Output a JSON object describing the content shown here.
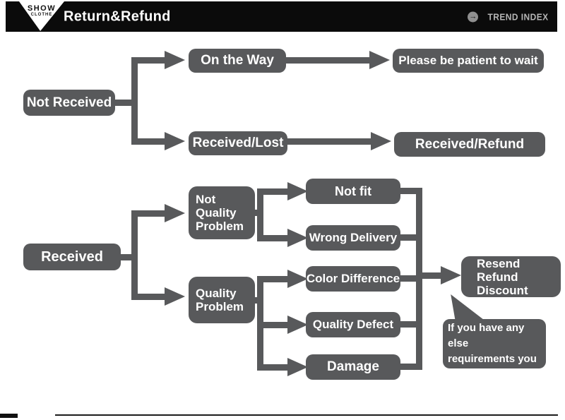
{
  "header": {
    "logo_top": "SHOW",
    "logo_bottom": "CLOTHE",
    "title": "Return&Refund",
    "brand": "TREND INDEX",
    "brand_icon": "circled-right-arrow"
  },
  "colors": {
    "node_gray": "#58595b",
    "header_black": "#0b0b0b",
    "brand_text_gray": "#b5b5b5",
    "text_white": "#ffffff"
  },
  "flow_not_received": {
    "root": "Not Received",
    "on_the_way": "On the Way",
    "on_the_way_result": "Please be patient to wait",
    "received_lost": "Received/Lost",
    "received_lost_result": "Received/Refund"
  },
  "flow_received": {
    "root": "Received",
    "not_quality_problem": "Not\nQuality\nProblem",
    "quality_problem": "Quality\nProblem",
    "not_fit": "Not fit",
    "wrong_delivery": "Wrong Delivery",
    "color_difference": "Color Difference",
    "quality_defect": "Quality Defect",
    "damage": "Damage",
    "resolution": "Resend\nRefund\nDiscount",
    "note": "If you have any else\nrequirements you\ncould also tell us"
  }
}
